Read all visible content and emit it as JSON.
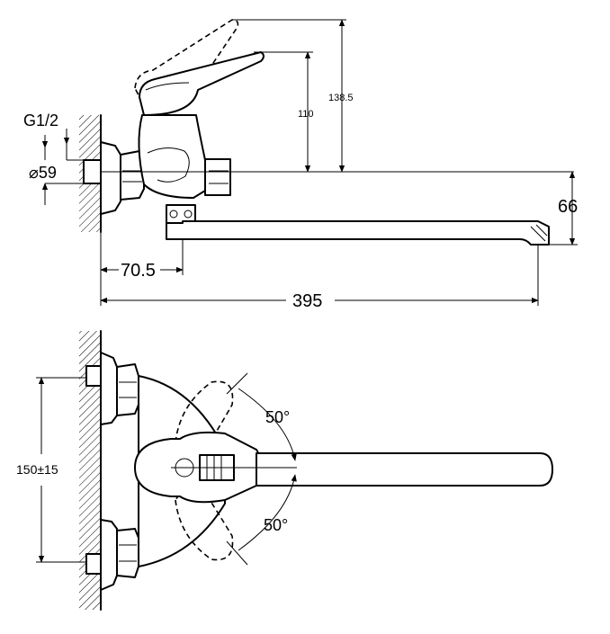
{
  "side_view": {
    "thread_label": "G1/2",
    "diameter_label": "⌀59",
    "height_110": "110",
    "height_138": "138.5",
    "spout_drop": "66",
    "wall_to_spout": "70.5",
    "total_reach": "395"
  },
  "top_view": {
    "spacing_label": "150±15",
    "angle_up": "50°",
    "angle_down": "50°"
  }
}
